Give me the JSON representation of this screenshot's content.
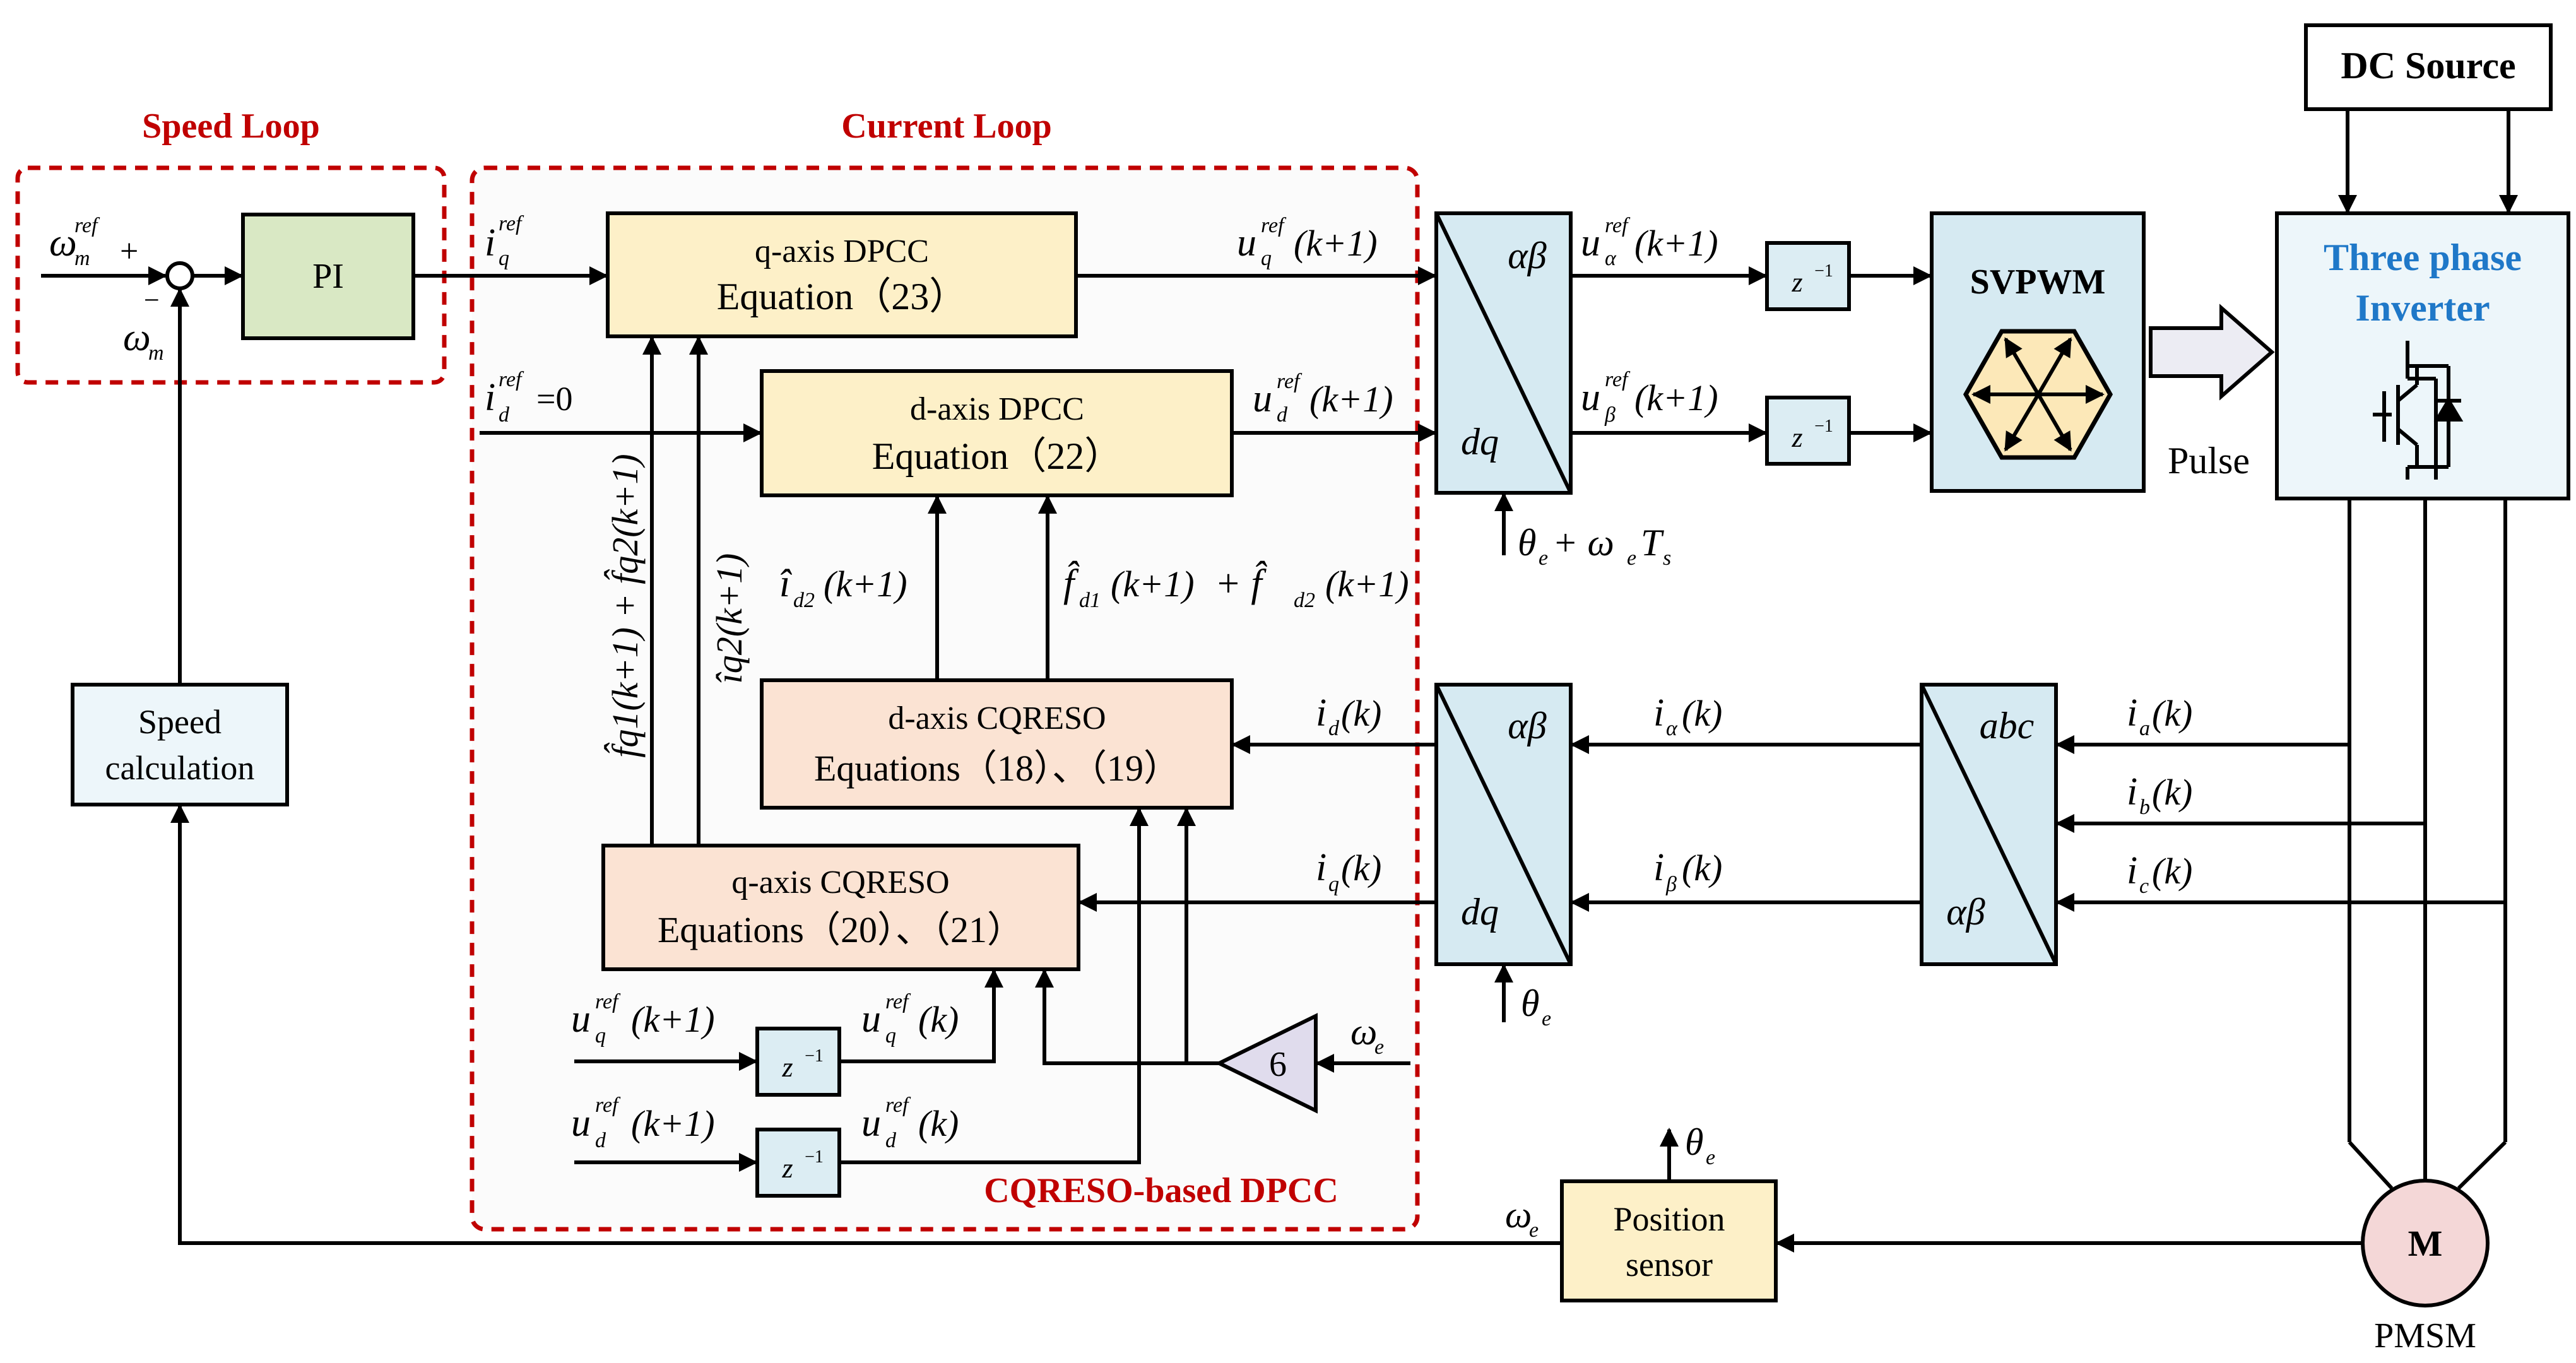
{
  "colors": {
    "loop_border": "#c00000",
    "pi_fill": "#d9e8c4",
    "dpcc_fill": "#fdf0c8",
    "cqreso_fill": "#fbe3d3",
    "transform_fill": "#d6eaf2",
    "delay_fill": "#dcedf3",
    "inverter_fill": "#edf6fa",
    "motor_fill": "#f4d7d7",
    "gain_fill": "#e0dced",
    "svpwm_icon": "#fce8b8",
    "inverter_title": "#1f78c8"
  },
  "regions": {
    "speed_loop": "Speed Loop",
    "current_loop": "Current Loop",
    "cqreso_dpcc": "CQRESO-based DPCC"
  },
  "blocks": {
    "pi": "PI",
    "q_dpcc_1": "q-axis DPCC",
    "q_dpcc_2": "Equation（23）",
    "d_dpcc_1": "d-axis DPCC",
    "d_dpcc_2": "Equation（22）",
    "d_cqreso_1": "d-axis CQRESO",
    "d_cqreso_2": "Equations（18）、（19）",
    "q_cqreso_1": "q-axis CQRESO",
    "q_cqreso_2": "Equations（20）、（21）",
    "speed_calc_1": "Speed",
    "speed_calc_2": "calculation",
    "position_1": "Position",
    "position_2": "sensor",
    "svpwm": "SVPWM",
    "dc_source": "DC Source",
    "inverter_1": "Three phase",
    "inverter_2": "Inverter",
    "motor": "M",
    "pmsm": "PMSM",
    "gain": "6",
    "pulse": "Pulse",
    "delay": "z",
    "delay_exp": "−1",
    "ab": "αβ",
    "dq": "dq",
    "abc": "abc"
  },
  "signals": {
    "omega_ref": "ω",
    "omega_ref_sub": "m",
    "ref": "ref",
    "plus": "+",
    "minus": "−",
    "omega_m": "ω",
    "omega_m_sub": "m",
    "iq_ref": "i",
    "iq_ref_sub": "q",
    "id_ref": "i",
    "id_ref_sub": "d",
    "id_ref_val": "=0",
    "uq_ref_k1": "u",
    "ud_ref_k1": "u",
    "sub_q": "q",
    "sub_d": "d",
    "arg_k1": "(k+1)",
    "arg_k": "(k)",
    "u_alpha": "u",
    "u_beta": "u",
    "sub_alpha": "α",
    "sub_beta": "β",
    "theta_e": "θ",
    "sub_e": "e",
    "theta_plus": " + ω",
    "ts": "T",
    "sub_s": "s",
    "i_d2_hat": "î",
    "sub_d2": "d2",
    "f_d1_hat": "f̂",
    "sub_d1": "d1",
    "plus_f": " + f̂",
    "rot_left": "f̂q1(k+1) + f̂q2(k+1)",
    "rot_right": "îq2(k+1)",
    "i_d": "i",
    "i_q": "i",
    "i_alpha": "i",
    "i_beta": "i",
    "i_a": "i",
    "i_b": "i",
    "i_c": "i",
    "sub_a": "a",
    "sub_b": "b",
    "sub_c": "c",
    "omega_e": "ω"
  }
}
